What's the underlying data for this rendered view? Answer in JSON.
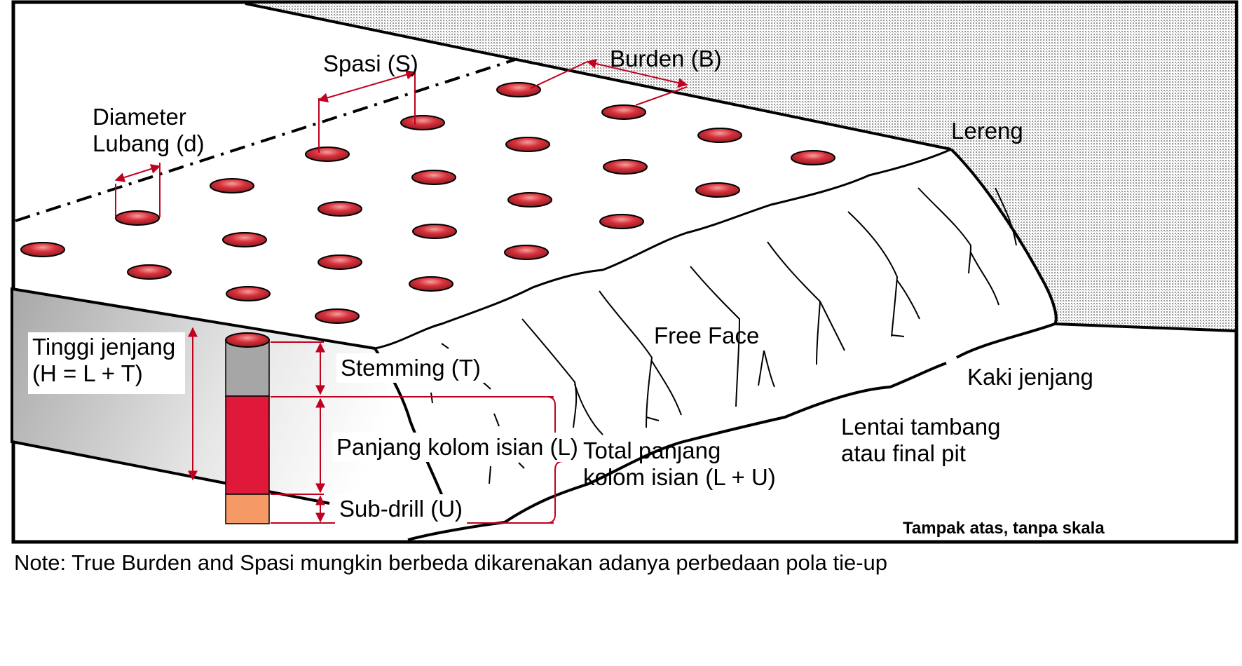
{
  "labels": {
    "spasi": "Spasi (S)",
    "burden": "Burden (B)",
    "diameter": "Diameter\nLubang (d)",
    "lereng": "Lereng",
    "tinggi": "Tinggi jenjang\n(H = L + T)",
    "stemming": "Stemming (T)",
    "free_face": "Free Face",
    "kaki": "Kaki jenjang",
    "panjang_kolom": "Panjang kolom isian (L)",
    "total_kolom": "Total panjang\nkolom isian (L + U)",
    "lentai": "Lentai tambang\natau final pit",
    "subdrill": "Sub-drill (U)"
  },
  "caption": "Tampak atas, tanpa skala",
  "note": "Note: True Burden and Spasi mungkin berbeda dikarenakan adanya perbedaan pola tie-up",
  "colors": {
    "hole_red": "#d9323c",
    "stemming_gray": "#a6a6a6",
    "charge_red": "#e0193a",
    "subdrill_orange": "#f59a66",
    "dimension_red": "#c0001e",
    "slope_hatch": "#d9d9d9"
  }
}
